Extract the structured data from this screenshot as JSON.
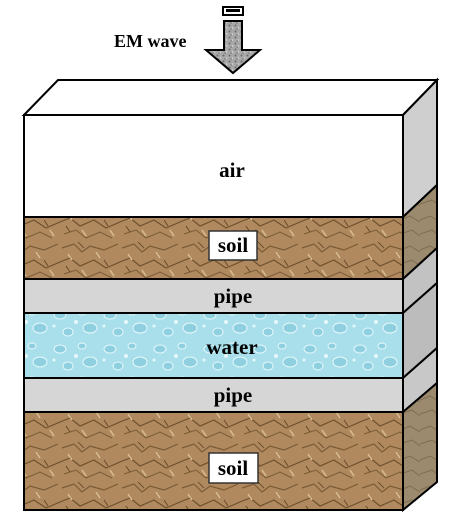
{
  "wave": {
    "label": "EM wave"
  },
  "layers": [
    {
      "id": "air",
      "label": "air",
      "boxed": false,
      "fill": "#ffffff",
      "texture": "none"
    },
    {
      "id": "soil",
      "label": "soil",
      "boxed": true,
      "fill": "#b08a5e",
      "texture": "soil"
    },
    {
      "id": "pipe",
      "label": "pipe",
      "boxed": false,
      "fill": "#d6d6d6",
      "texture": "none"
    },
    {
      "id": "water",
      "label": "water",
      "boxed": false,
      "fill": "#a9dfea",
      "texture": "water"
    },
    {
      "id": "pipe2",
      "label": "pipe",
      "boxed": false,
      "fill": "#d6d6d6",
      "texture": "none"
    },
    {
      "id": "soil2",
      "label": "soil",
      "boxed": true,
      "fill": "#b08a5e",
      "texture": "soil"
    }
  ],
  "colors": {
    "outline": "#000000",
    "top_face": "#ffffff",
    "side_face": "#bdbdbd",
    "arrow_fill": "#9a9a9a"
  }
}
